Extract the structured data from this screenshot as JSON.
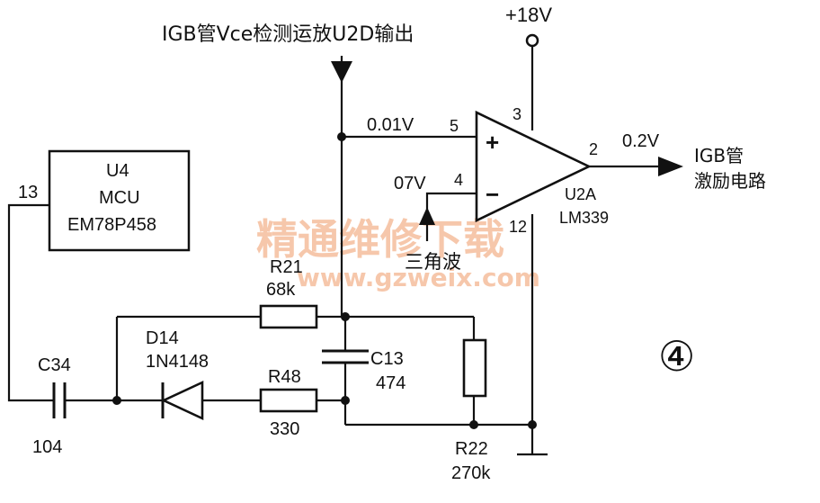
{
  "diagram": {
    "top_label": "IGB管Vce检测运放U2D输出",
    "supply": "+18V",
    "vin_plus_value": "0.01V",
    "vin_minus_value": "07V",
    "output_value": "0.2V",
    "output_dest_line1": "IGB管",
    "output_dest_line2": "激励电路",
    "triangle_wave": "三角波",
    "figure_number": "④"
  },
  "opamp": {
    "plus_sign": "+",
    "minus_sign": "−",
    "pin_plus": "5",
    "pin_minus": "4",
    "pin_vcc": "3",
    "pin_out": "2",
    "pin_gnd": "12",
    "ref": "U2A",
    "part": "LM339"
  },
  "mcu": {
    "ref": "U4",
    "type": "MCU",
    "part": "EM78P458",
    "pin": "13"
  },
  "components": {
    "c34_ref": "C34",
    "c34_value": "104",
    "d14_ref": "D14",
    "d14_part": "1N4148",
    "r21_ref": "R21",
    "r21_value": "68k",
    "r48_ref": "R48",
    "r48_value": "330",
    "c13_ref": "C13",
    "c13_value": "474",
    "r22_ref": "R22",
    "r22_value": "270k"
  },
  "watermark": {
    "line1": "精通维修下载",
    "line2": "www.gzweix.com"
  }
}
